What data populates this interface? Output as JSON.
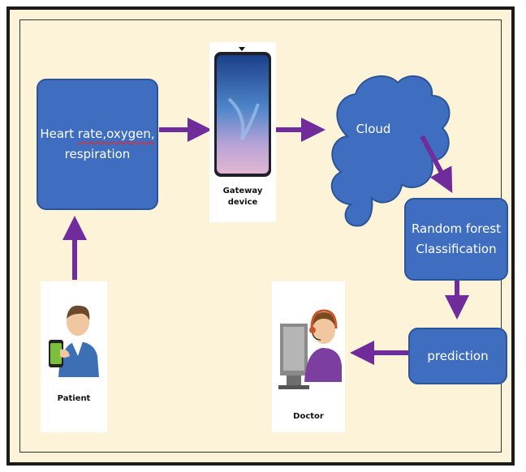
{
  "nodes": {
    "vitals": {
      "line1_plain": "Heart ",
      "line1_marked": "rate,oxygen,",
      "line2": "respiration"
    },
    "gateway": {
      "line1": "Gateway",
      "line2": "device"
    },
    "cloud": {
      "label": "Cloud"
    },
    "classifier": {
      "line1": "Random forest",
      "line2": "Classification"
    },
    "prediction": {
      "label": "prediction"
    },
    "patient": {
      "label": "Patient"
    },
    "doctor": {
      "label": "Doctor"
    }
  },
  "colors": {
    "box_fill": "#3f6ec0",
    "arrow": "#6f2c9a",
    "background": "#fdf3d9"
  },
  "icons": [
    "smartphone-icon",
    "cloud-icon",
    "patient-icon",
    "doctor-icon"
  ]
}
